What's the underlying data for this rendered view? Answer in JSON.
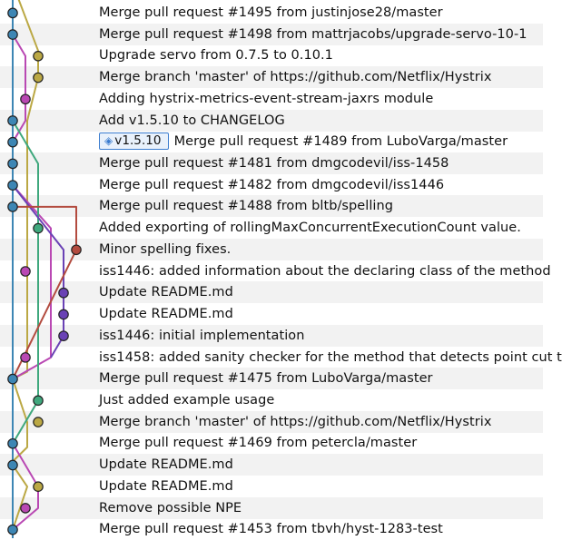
{
  "colors": {
    "blue": "#3d86b4",
    "olive": "#bba844",
    "magenta": "#b948b3",
    "green": "#3fa87d",
    "red": "#b34b3f",
    "purple": "#6a42b5"
  },
  "commits": [
    {
      "message": "Merge pull request #1495 from justinjose28/master",
      "lane": "blue"
    },
    {
      "message": "Merge pull request #1498 from mattrjacobs/upgrade-servo-10-1",
      "lane": "blue"
    },
    {
      "message": "Upgrade servo from 0.7.5 to 0.10.1",
      "lane": "olive"
    },
    {
      "message": "Merge branch 'master' of https://github.com/Netflix/Hystrix",
      "lane": "olive"
    },
    {
      "message": "Adding hystrix-metrics-event-stream-jaxrs module",
      "lane": "magenta"
    },
    {
      "message": "Add v1.5.10 to CHANGELOG",
      "lane": "blue"
    },
    {
      "message": "Merge pull request #1489 from LuboVarga/master",
      "lane": "blue",
      "tag": "v1.5.10"
    },
    {
      "message": "Merge pull request #1481 from dmgcodevil/iss-1458",
      "lane": "blue"
    },
    {
      "message": "Merge pull request #1482 from dmgcodevil/iss1446",
      "lane": "blue"
    },
    {
      "message": "Merge pull request #1488 from bltb/spelling",
      "lane": "blue"
    },
    {
      "message": "Added exporting of rollingMaxConcurrentExecutionCount value.",
      "lane": "green"
    },
    {
      "message": "Minor spelling fixes.",
      "lane": "red"
    },
    {
      "message": "iss1446: added information about the declaring class of the method",
      "lane": "magenta"
    },
    {
      "message": "Update README.md",
      "lane": "purple"
    },
    {
      "message": "Update README.md",
      "lane": "purple"
    },
    {
      "message": "iss1446: initial implementation",
      "lane": "purple"
    },
    {
      "message": "iss1458: added sanity checker for the method that detects point cut t",
      "lane": "magenta"
    },
    {
      "message": "Merge pull request #1475 from LuboVarga/master",
      "lane": "blue"
    },
    {
      "message": "Just added example usage",
      "lane": "green"
    },
    {
      "message": "Merge branch 'master' of https://github.com/Netflix/Hystrix",
      "lane": "olive"
    },
    {
      "message": "Merge pull request #1469 from petercla/master",
      "lane": "blue"
    },
    {
      "message": "Update README.md",
      "lane": "blue"
    },
    {
      "message": "Update README.md",
      "lane": "olive"
    },
    {
      "message": "Remove possible NPE",
      "lane": "magenta"
    },
    {
      "message": "Merge pull request #1453 from tbvh/hyst-1283-test",
      "lane": "blue"
    }
  ]
}
